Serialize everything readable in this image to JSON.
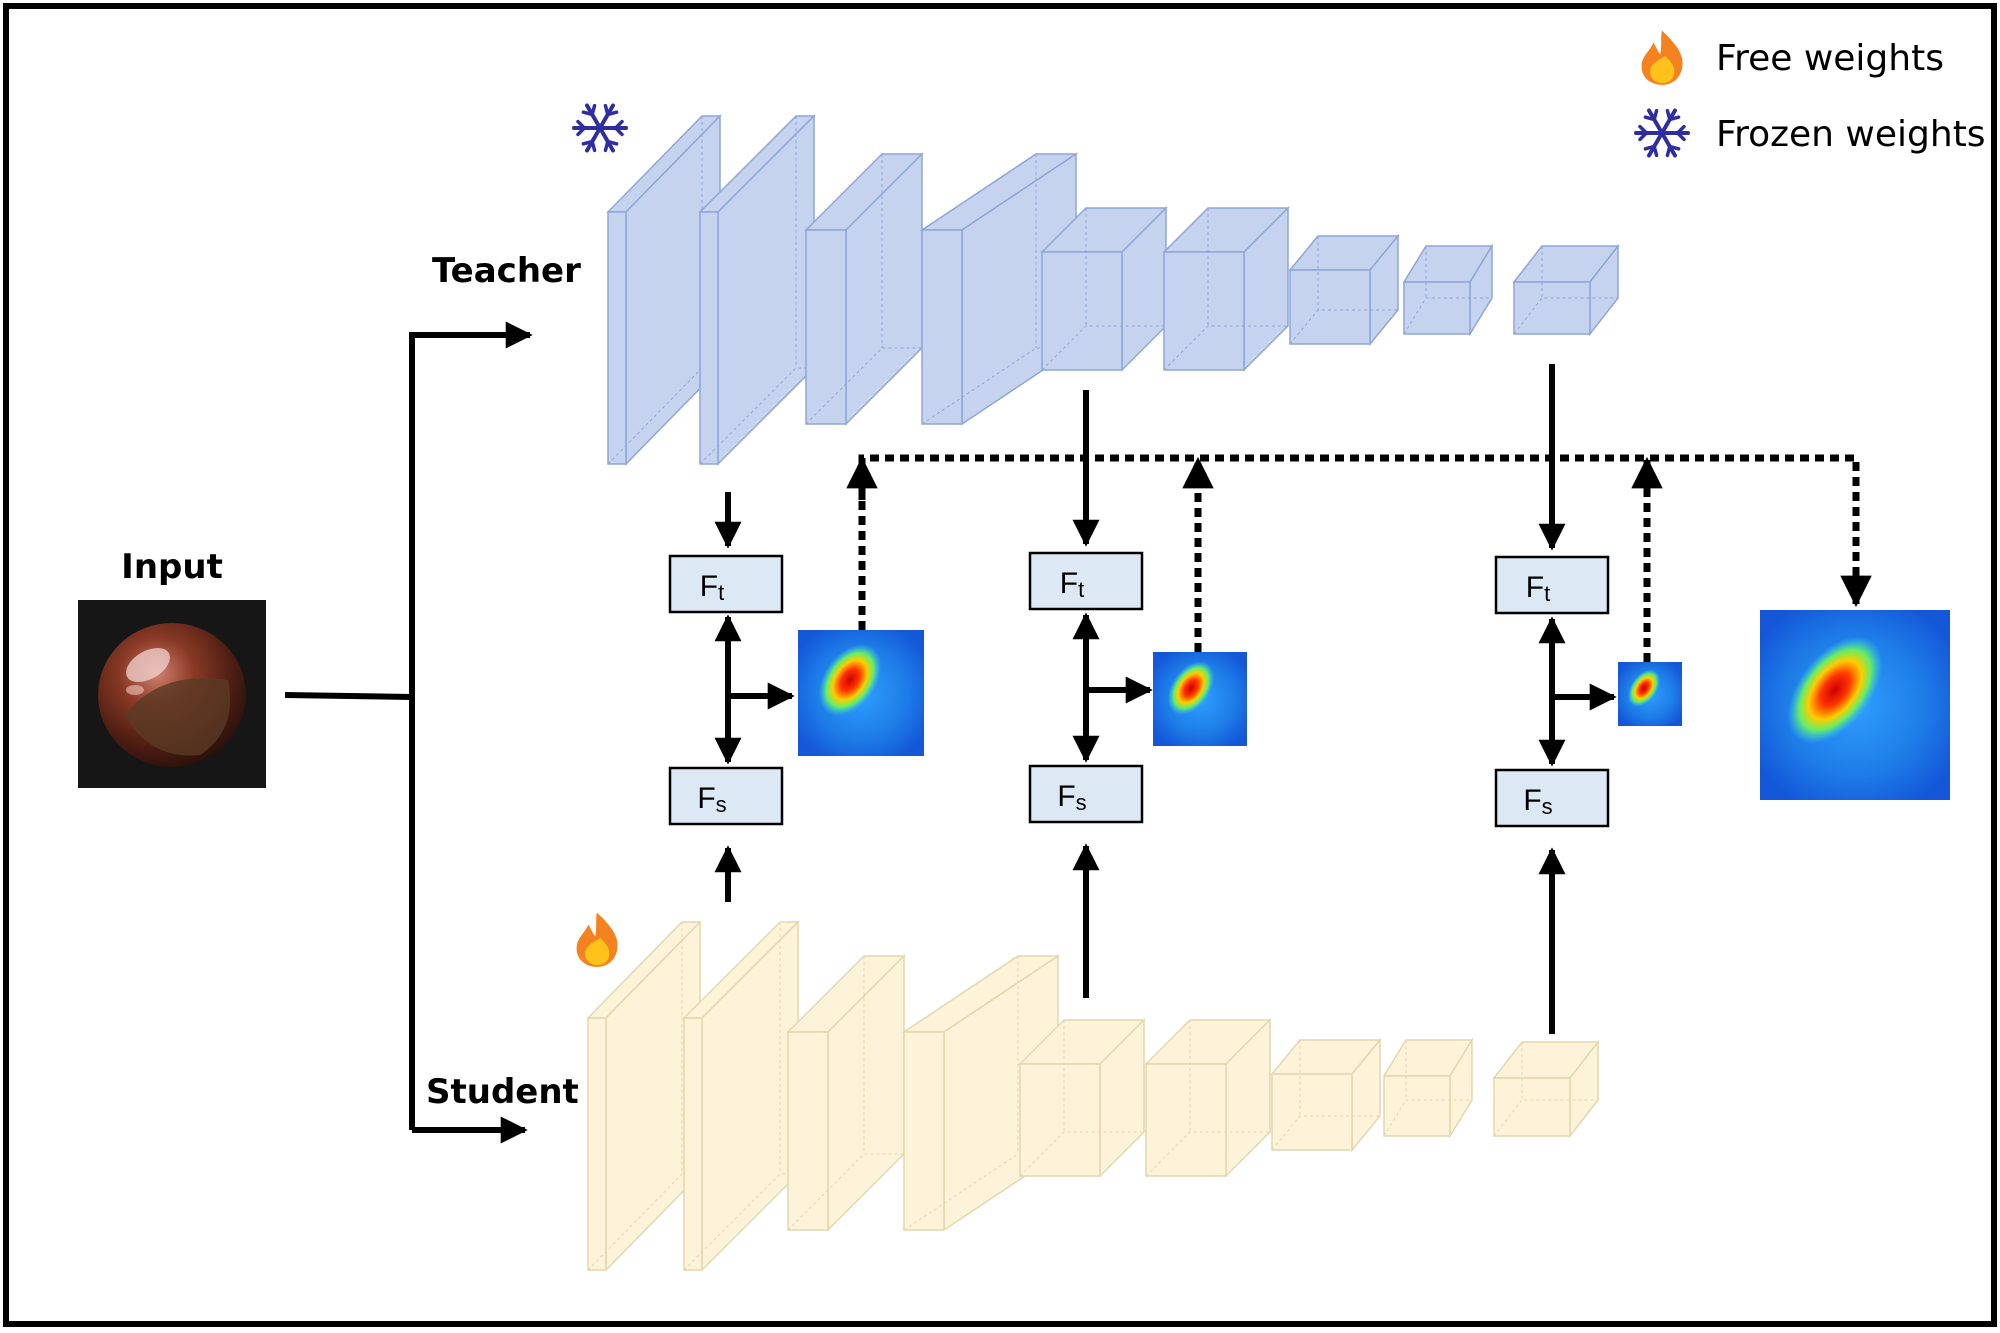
{
  "labels": {
    "input": "Input",
    "teacher": "Teacher",
    "student": "Student"
  },
  "legend": {
    "free": {
      "label": "Free weights",
      "icon": "flame-icon"
    },
    "frozen": {
      "label": "Frozen weights",
      "icon": "snowflake-icon"
    }
  },
  "feature_blocks": {
    "teacher_ft": "F",
    "teacher_ft_sub": "t",
    "student_fs": "F",
    "student_fs_sub": "s"
  },
  "colors": {
    "teacher_fill": "#c5d3ee",
    "teacher_stroke": "#8ea6d8",
    "student_fill": "#fcf3d9",
    "student_stroke": "#e3d6b0",
    "feature_box_fill": "#dde8f5",
    "snowflake": "#2e2ea0",
    "flame_outer": "#f58220",
    "flame_inner": "#ffc21a",
    "arrow": "#000000"
  }
}
